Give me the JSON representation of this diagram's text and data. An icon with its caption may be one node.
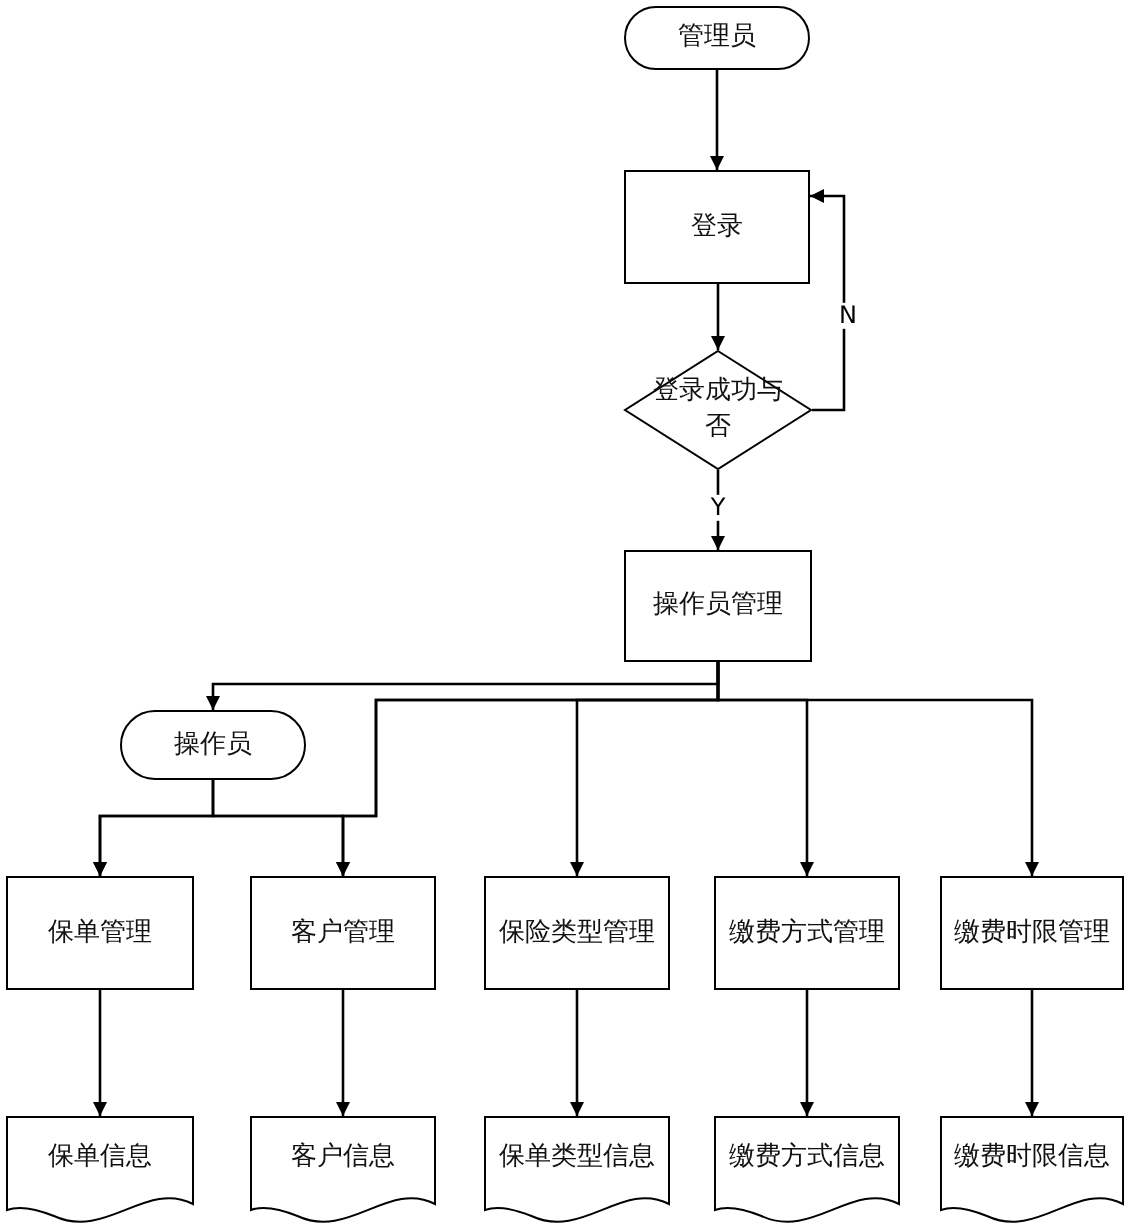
{
  "diagram": {
    "nodes": [
      {
        "text": [
          "管理员"
        ]
      },
      {
        "text": [
          "登录"
        ]
      },
      {
        "text": [
          "登录成功与否"
        ]
      },
      {
        "text": [
          "操作员管理"
        ]
      },
      {
        "text": [
          "操作员"
        ]
      },
      {
        "text": [
          "保单管理"
        ]
      },
      {
        "text": [
          "客户管理"
        ]
      },
      {
        "text": [
          "保险类型管理"
        ]
      },
      {
        "text": [
          "缴费方式管理"
        ]
      },
      {
        "text": [
          "缴费时限管理"
        ]
      },
      {
        "text": [
          "保单信息"
        ]
      },
      {
        "text": [
          "客户信息"
        ]
      },
      {
        "text": [
          "保单类型信息"
        ]
      },
      {
        "text": [
          "缴费方式信息"
        ]
      },
      {
        "text": [
          "缴费时限信息"
        ]
      }
    ],
    "edges": [
      {
        "from": 0,
        "to": 1,
        "arrow": "to"
      },
      {
        "from": 1,
        "to": 2,
        "arrow": "to"
      },
      {
        "from": 2,
        "to": 1,
        "arrow": "to",
        "label": "N"
      },
      {
        "from": 2,
        "to": 3,
        "arrow": "to",
        "label": "Y"
      },
      {
        "from": 3,
        "to": 4,
        "arrow": "to"
      },
      {
        "from": 3,
        "to": 5,
        "arrow": "to"
      },
      {
        "from": 3,
        "to": 6,
        "arrow": "to"
      },
      {
        "from": 3,
        "to": 7,
        "arrow": "to"
      },
      {
        "from": 3,
        "to": 8,
        "arrow": "to"
      },
      {
        "from": 3,
        "to": 9,
        "arrow": "to"
      },
      {
        "from": 4,
        "to": 5,
        "arrow": "to"
      },
      {
        "from": 4,
        "to": 6,
        "arrow": "to"
      },
      {
        "from": 5,
        "to": 10,
        "arrow": "to"
      },
      {
        "from": 6,
        "to": 11,
        "arrow": "to"
      },
      {
        "from": 7,
        "to": 12,
        "arrow": "to"
      },
      {
        "from": 8,
        "to": 13,
        "arrow": "to"
      },
      {
        "from": 9,
        "to": 14,
        "arrow": "to"
      }
    ]
  }
}
